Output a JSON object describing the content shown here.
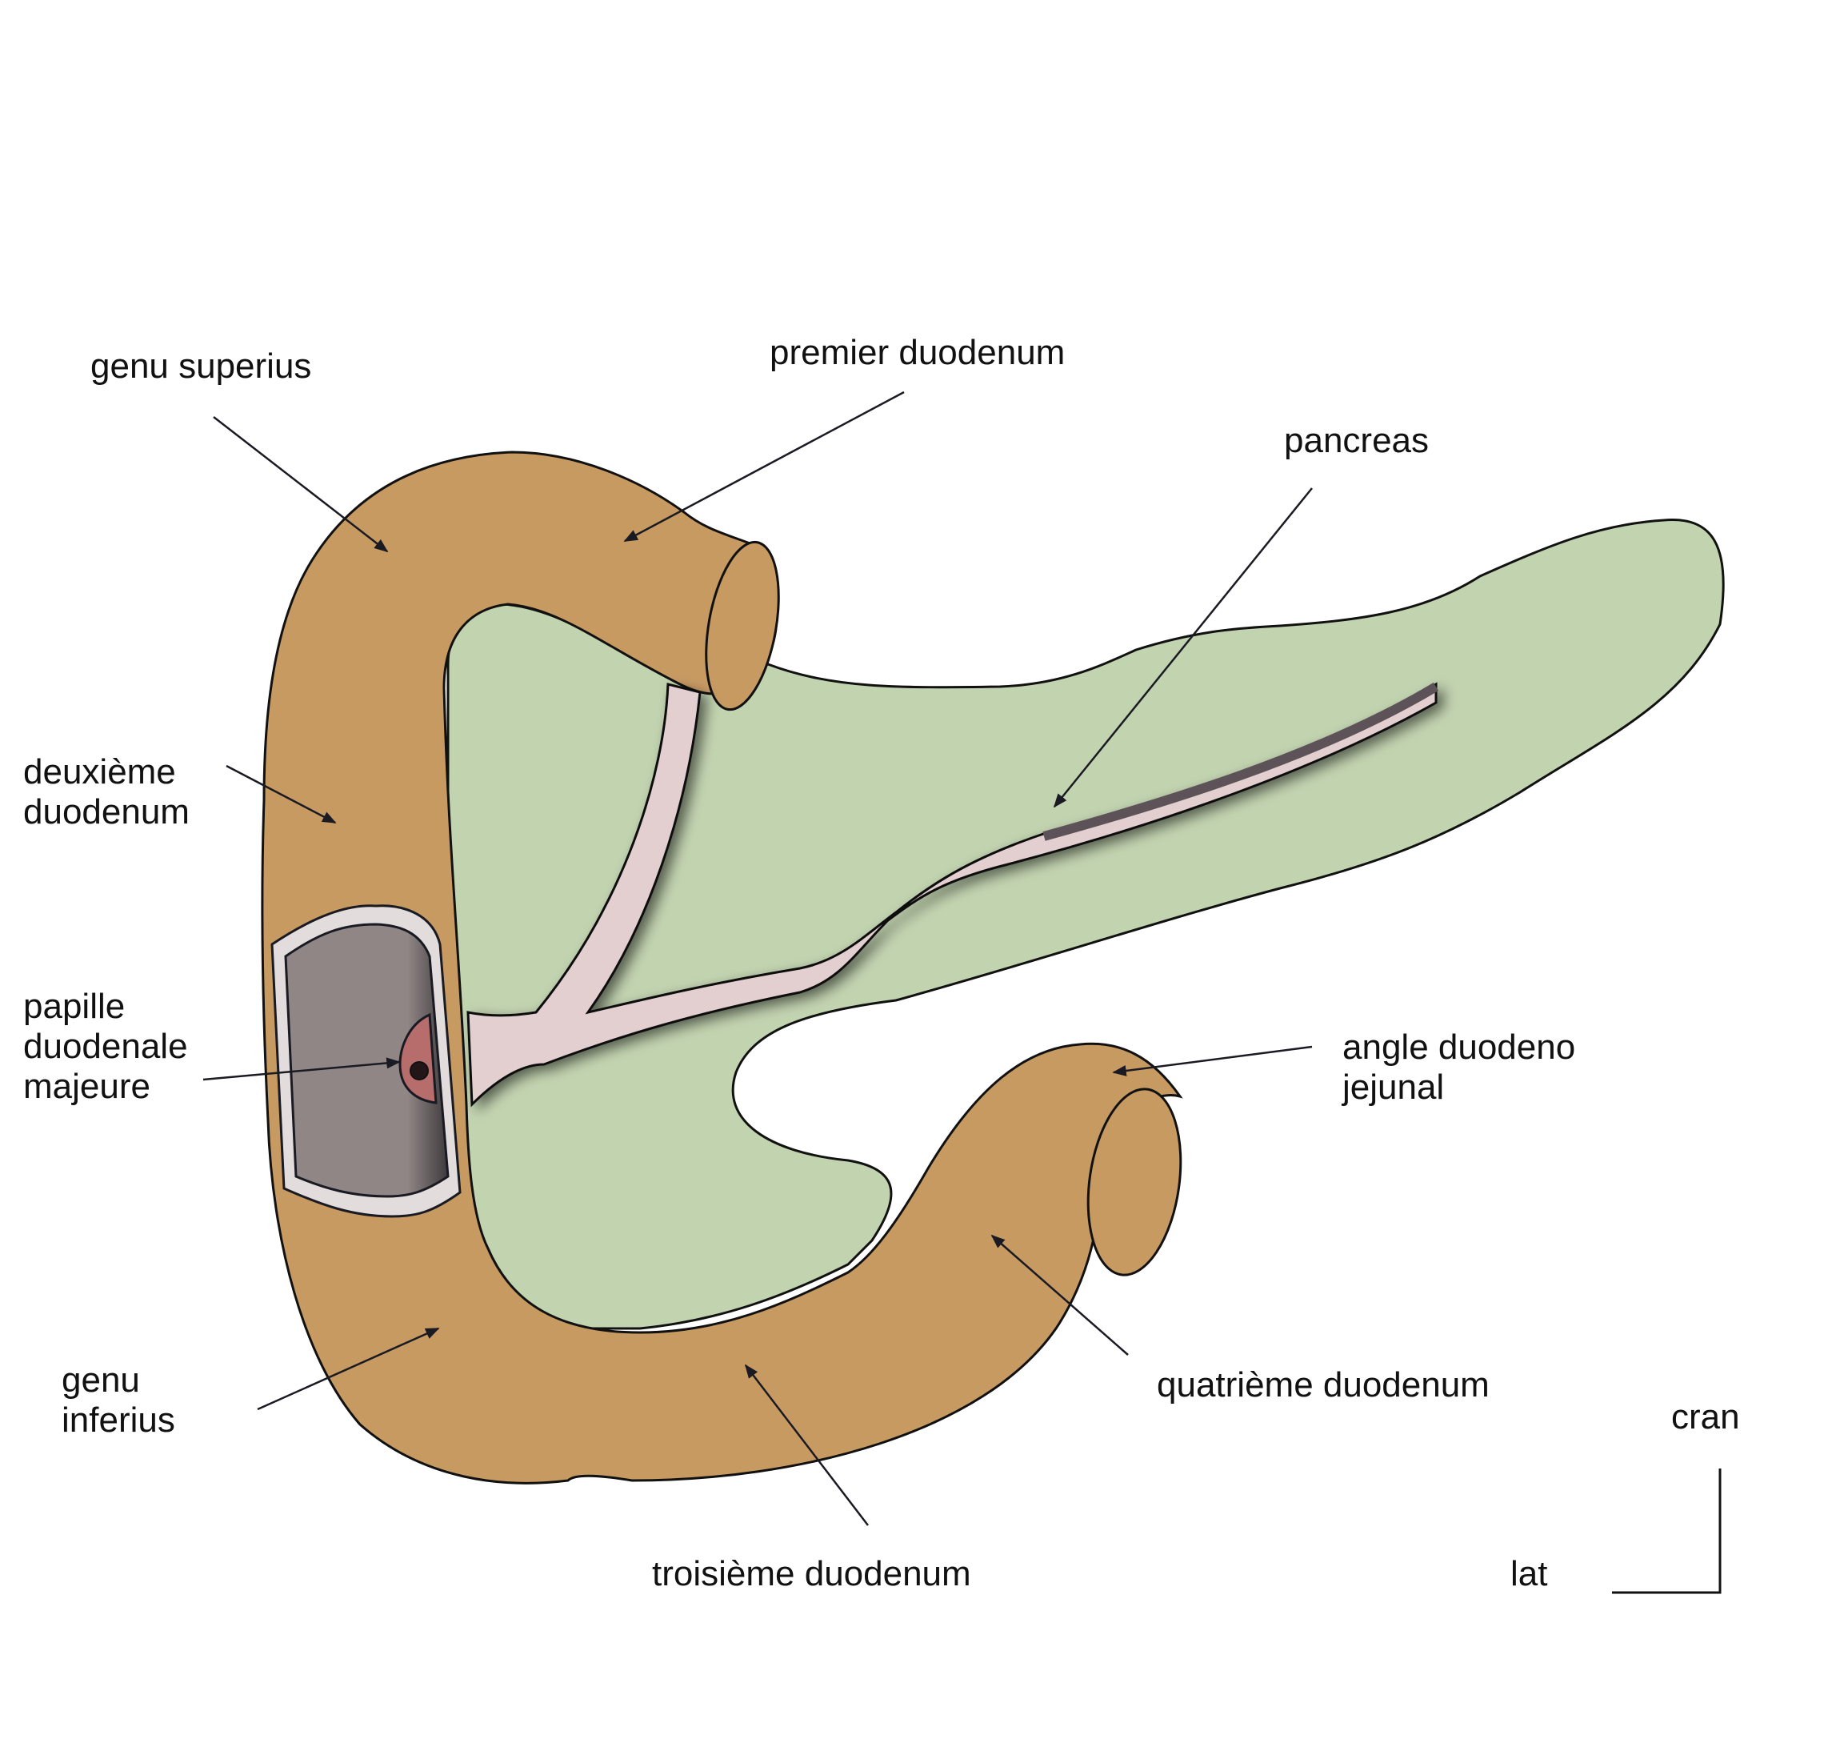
{
  "labels": {
    "genu_superius": "genu superius",
    "premier_duodenum": "premier duodenum",
    "pancreas": "pancreas",
    "deuxieme_duodenum_1": "deuxième",
    "deuxieme_duodenum_2": "duodenum",
    "papille_1": "papille",
    "papille_2": "duodenale",
    "papille_3": "majeure",
    "angle_1": "angle duodeno",
    "angle_2": "jejunal",
    "genu_inferius_1": "genu",
    "genu_inferius_2": "inferius",
    "quatrieme_duodenum": "quatrième duodenum",
    "troisieme_duodenum": "troisième duodenum",
    "orientation_cran": "cran",
    "orientation_lat": "lat"
  },
  "colors": {
    "duodenum": "#c79a62",
    "pancreas": "#c2d3b0",
    "duct": "#e3cfd0",
    "lumen": "#908686",
    "papilla": "#b86d6d"
  }
}
